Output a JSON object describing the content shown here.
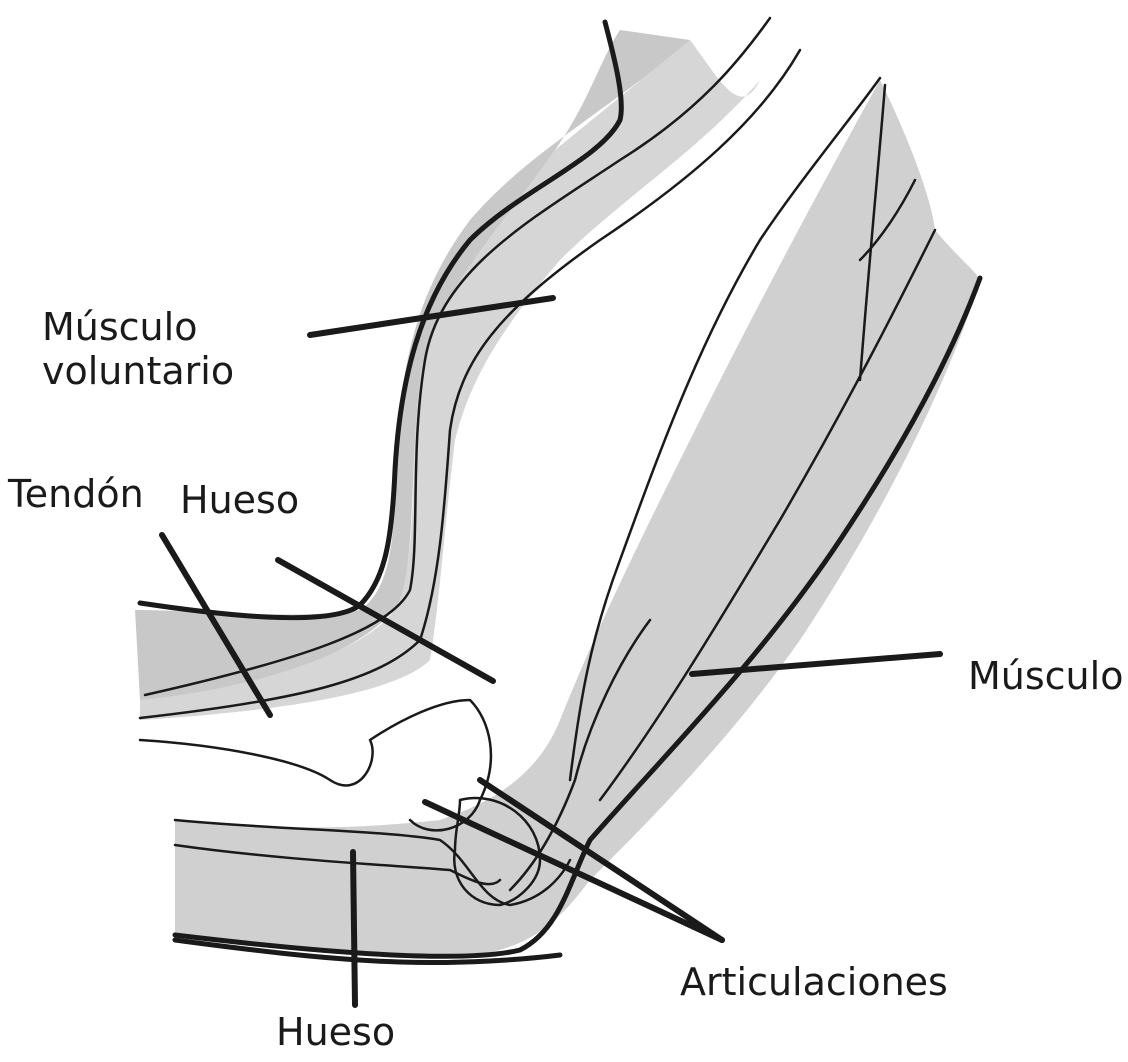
{
  "diagram": {
    "labels": {
      "voluntary_muscle": [
        "Músculo",
        "voluntario"
      ],
      "tendon": "Tendón",
      "bone_upper": "Hueso",
      "muscle": "Músculo",
      "joints": "Articulaciones",
      "bone_lower": "Hueso"
    },
    "colors": {
      "shading": "#c8c8c8",
      "shading_light": "#dcdcdc",
      "outline": "#1a1a1a"
    }
  }
}
